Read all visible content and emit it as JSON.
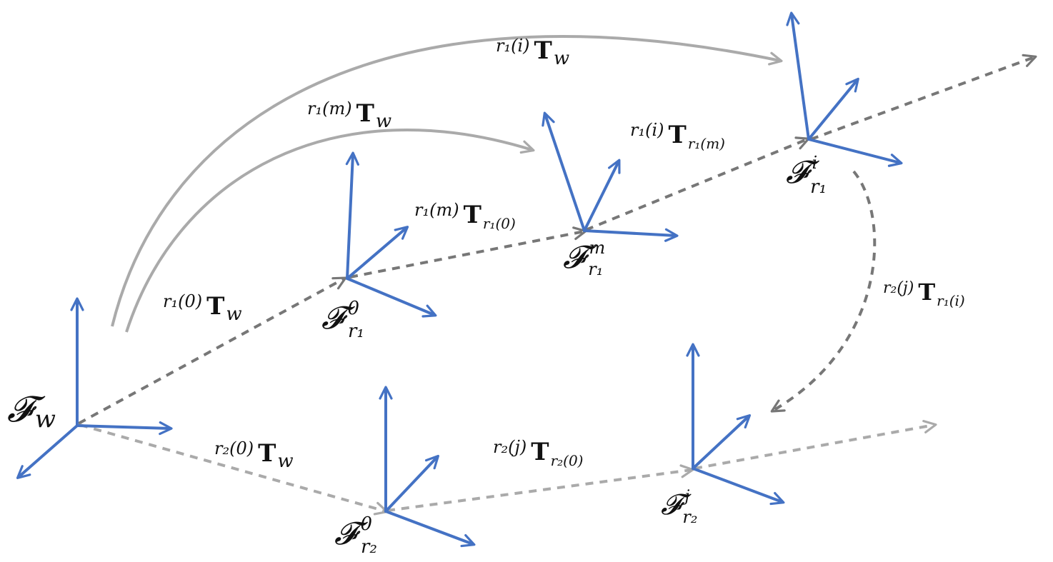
{
  "colors": {
    "axis": "#4472C4",
    "chain_dark": "#777777",
    "chain_light": "#AAAAAA",
    "arc": "#AAAAAA",
    "text": "#111111"
  },
  "frames": {
    "w": {
      "base": "𝓕",
      "sub": "w",
      "sup": ""
    },
    "r1_0": {
      "base": "𝓕",
      "sub": "r₁",
      "sup": "0"
    },
    "r1_m": {
      "base": "𝓕",
      "sub": "r₁",
      "sup": "m"
    },
    "r1_i": {
      "base": "𝓕",
      "sub": "r₁",
      "sup": "i"
    },
    "r2_0": {
      "base": "𝓕",
      "sub": "r₂",
      "sup": "0"
    },
    "r2_j": {
      "base": "𝓕",
      "sub": "r₂",
      "sup": "j"
    }
  },
  "transforms": {
    "r1i_w": {
      "pre": "r₁(i)",
      "base": "T",
      "sub": "w"
    },
    "r1m_w": {
      "pre": "r₁(m)",
      "base": "T",
      "sub": "w"
    },
    "r1i_r1m": {
      "pre": "r₁(i)",
      "base": "T",
      "sub": "r₁(m)"
    },
    "r1m_r10": {
      "pre": "r₁(m)",
      "base": "T",
      "sub": "r₁(0)"
    },
    "r10_w": {
      "pre": "r₁(0)",
      "base": "T",
      "sub": "w"
    },
    "r2j_r1i": {
      "pre": "r₂(j)",
      "base": "T",
      "sub": "r₁(i)"
    },
    "r20_w": {
      "pre": "r₂(0)",
      "base": "T",
      "sub": "w"
    },
    "r2j_r20": {
      "pre": "r₂(j)",
      "base": "T",
      "sub": "r₂(0)"
    }
  }
}
